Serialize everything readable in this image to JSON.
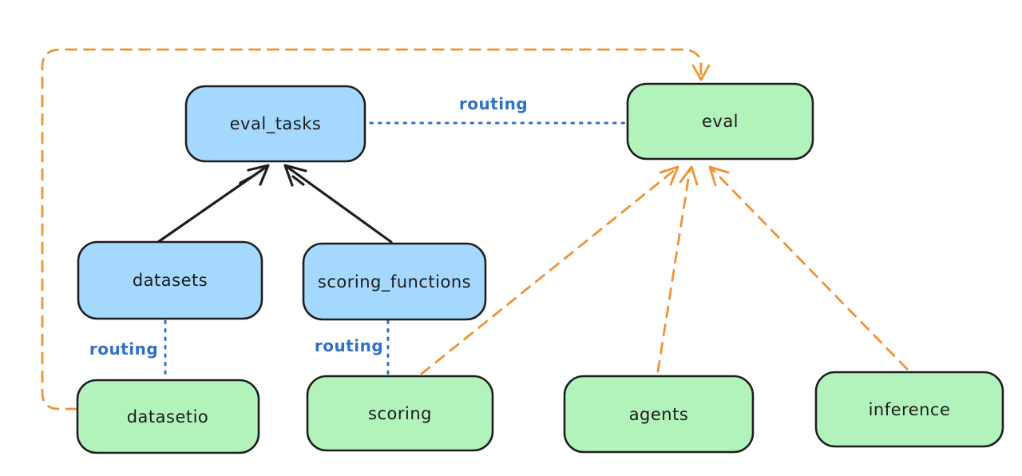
{
  "diagram": {
    "type": "architecture-diagram",
    "colors": {
      "box_border": "#1e1e1e",
      "blue_fill": "#a5d8ff",
      "green_fill": "#b2f2bb",
      "routing_blue": "#2f72c4",
      "orange": "#ef9234",
      "arrow_black": "#1e1e1e",
      "canvas_bg": "#ffffff"
    },
    "nodes": [
      {
        "id": "eval_tasks",
        "label": "eval_tasks",
        "fill": "blue"
      },
      {
        "id": "eval",
        "label": "eval",
        "fill": "green"
      },
      {
        "id": "datasets",
        "label": "datasets",
        "fill": "blue"
      },
      {
        "id": "scoring_functions",
        "label": "scoring_functions",
        "fill": "blue"
      },
      {
        "id": "datasetio",
        "label": "datasetio",
        "fill": "green"
      },
      {
        "id": "scoring",
        "label": "scoring",
        "fill": "green"
      },
      {
        "id": "agents",
        "label": "agents",
        "fill": "green"
      },
      {
        "id": "inference",
        "label": "inference",
        "fill": "green"
      }
    ],
    "edges": [
      {
        "from": "eval_tasks",
        "to": "eval",
        "style": "dotted-blue",
        "label": "routing"
      },
      {
        "from": "datasets",
        "to": "datasetio",
        "style": "dotted-blue",
        "label": "routing"
      },
      {
        "from": "scoring_functions",
        "to": "scoring",
        "style": "dotted-blue",
        "label": "routing"
      },
      {
        "from": "datasets",
        "to": "eval_tasks",
        "style": "solid-black-arrow",
        "label": ""
      },
      {
        "from": "scoring_functions",
        "to": "eval_tasks",
        "style": "solid-black-arrow",
        "label": ""
      },
      {
        "from": "datasetio",
        "to": "eval",
        "style": "dashed-orange-arrow",
        "label": ""
      },
      {
        "from": "scoring",
        "to": "eval",
        "style": "dashed-orange-arrow",
        "label": ""
      },
      {
        "from": "agents",
        "to": "eval",
        "style": "dashed-orange-arrow",
        "label": ""
      },
      {
        "from": "inference",
        "to": "eval",
        "style": "dashed-orange-arrow",
        "label": ""
      }
    ],
    "edge_labels": {
      "routing_top": "routing",
      "routing_datasets": "routing",
      "routing_scoring": "routing"
    }
  }
}
